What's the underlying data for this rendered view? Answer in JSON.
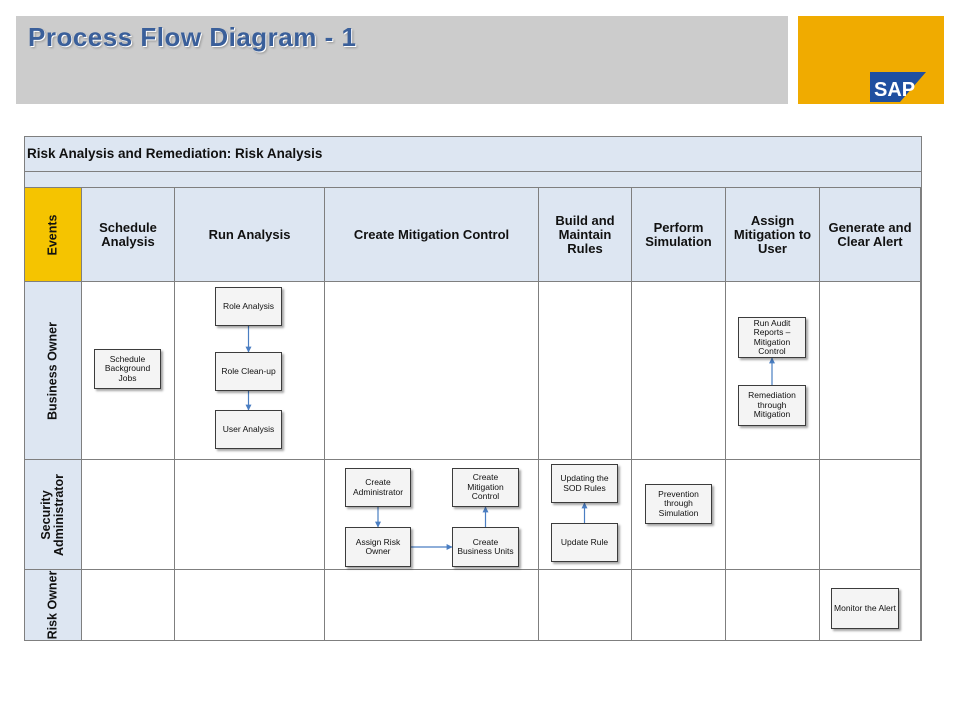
{
  "page_title": "Process Flow Diagram - 1",
  "logo_text": "SAP",
  "colors": {
    "title": "#3a5f9a",
    "logo_bg": "#f0ab00",
    "events_lane": "#f5c400",
    "header_bg": "#dde6f2"
  },
  "diagram": {
    "title": "Risk Analysis and Remediation: Risk Analysis",
    "events_label": "Events",
    "columns": [
      "Schedule Analysis",
      "Run Analysis",
      "Create Mitigation Control",
      "Build and Maintain Rules",
      "Perform Simulation",
      "Assign Mitigation to User",
      "Generate and Clear Alert"
    ],
    "lanes": [
      "Business Owner",
      "Security Administrator",
      "Risk Owner"
    ],
    "steps": [
      {
        "id": "schedule",
        "label": "Schedule Background Jobs"
      },
      {
        "id": "role_analysis",
        "label": "Role Analysis"
      },
      {
        "id": "role_cleanup",
        "label": "Role Clean-up"
      },
      {
        "id": "user_analysis",
        "label": "User Analysis"
      },
      {
        "id": "create_admin",
        "label": "Create Administrator"
      },
      {
        "id": "assign_risk_owner",
        "label": "Assign Risk Owner"
      },
      {
        "id": "create_business_units",
        "label": "Create Business Units"
      },
      {
        "id": "create_mitigation_control",
        "label": "Create Mitigation Control"
      },
      {
        "id": "updating_sod_rules",
        "label": "Updating the SOD Rules"
      },
      {
        "id": "update_rule",
        "label": "Update Rule"
      },
      {
        "id": "prevention_simulation",
        "label": "Prevention through Simulation"
      },
      {
        "id": "run_audit_reports",
        "label": "Run Audit Reports – Mitigation Control"
      },
      {
        "id": "remediation_mitigation",
        "label": "Remediation through Mitigation"
      },
      {
        "id": "monitor_alert",
        "label": "Monitor the Alert"
      }
    ],
    "connections": [
      {
        "from": "role_analysis",
        "to": "role_cleanup"
      },
      {
        "from": "role_cleanup",
        "to": "user_analysis"
      },
      {
        "from": "create_admin",
        "to": "assign_risk_owner"
      },
      {
        "from": "assign_risk_owner",
        "to": "create_business_units"
      },
      {
        "from": "create_business_units",
        "to": "create_mitigation_control"
      },
      {
        "from": "update_rule",
        "to": "updating_sod_rules"
      },
      {
        "from": "remediation_mitigation",
        "to": "run_audit_reports"
      }
    ]
  }
}
